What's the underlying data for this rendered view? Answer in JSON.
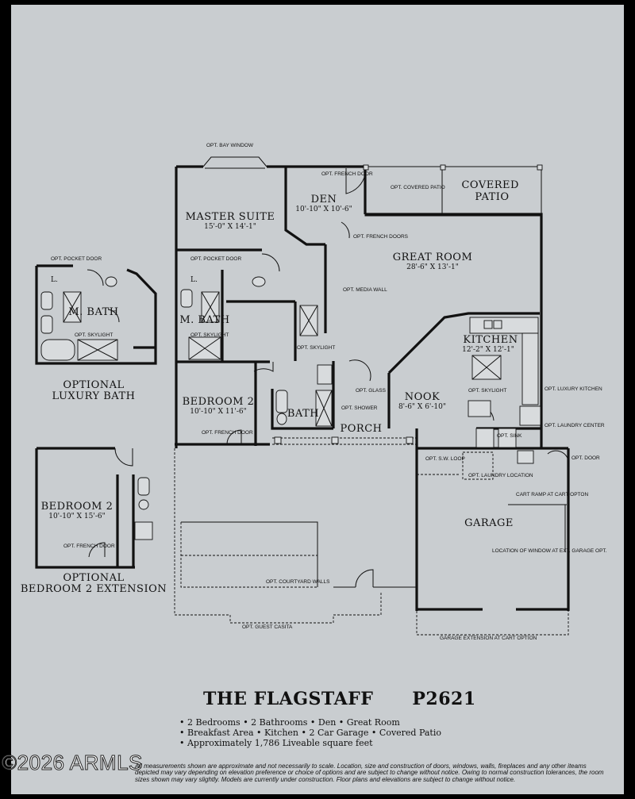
{
  "rooms": {
    "master_suite": {
      "name": "MASTER SUITE",
      "size": "15'-0\" X 14'-1\""
    },
    "den": {
      "name": "DEN",
      "size": "10'-10\" X 10'-6\""
    },
    "covered_patio": {
      "name": "COVERED PATIO"
    },
    "great_room": {
      "name": "GREAT ROOM",
      "size": "28'-6\" X 13'-1\""
    },
    "kitchen": {
      "name": "KITCHEN",
      "size": "12'-2\" X 12'-1\""
    },
    "nook": {
      "name": "NOOK",
      "size": "8'-6\" X 6'-10\""
    },
    "bedroom2": {
      "name": "BEDROOM 2",
      "size": "10'-10\" X 11'-6\""
    },
    "bath": {
      "name": "BATH"
    },
    "m_bath": {
      "name": "M. BATH"
    },
    "porch": {
      "name": "PORCH"
    },
    "garage": {
      "name": "GARAGE"
    },
    "opt_lux_m_bath": {
      "name": "M. BATH"
    },
    "opt_bedroom2": {
      "name": "BEDROOM 2",
      "size": "10'-10\" X 15'-6\""
    }
  },
  "notes": {
    "bay_window": "OPT. BAY WINDOW",
    "french_door_den": "OPT. FRENCH DOOR",
    "covered_patio_opt": "OPT. COVERED PATIO",
    "french_doors_den": "OPT. FRENCH DOORS",
    "pocket_door": "OPT. POCKET DOOR",
    "lux_pocket_door": "OPT. POCKET DOOR",
    "media_wall": "OPT. MEDIA WALL",
    "skylight_mbath": "OPT. SKYLIGHT",
    "skylight_lux": "OPT. SKYLIGHT",
    "skylight_hall": "OPT. SKYLIGHT",
    "skylight_kitchen": "OPT. SKYLIGHT",
    "glass": "OPT. GLASS",
    "shower": "OPT. SHOWER",
    "french_door_bed2": "OPT. FRENCH DOOR",
    "french_door_ext": "OPT. FRENCH DOOR",
    "luxury_kitchen": "OPT. LUXURY KITCHEN",
    "laundry_center": "OPT. LAUNDRY CENTER",
    "sink": "OPT. SINK",
    "sw_loop": "OPT. S.W. LOOP",
    "laundry_location": "OPT. LAUNDRY LOCATION",
    "door": "OPT. DOOR",
    "cart_ramp": "CART RAMP AT CART OPTON",
    "window_location": "LOCATION OF WINDOW AT EXT. GARAGE OPT.",
    "courtyard_walls": "OPT. COURTYARD WALLS",
    "guest_casita": "OPT. GUEST CASITA",
    "garage_extension": "GARAGE EXTENSION AT CART OPTION",
    "linen": "L."
  },
  "insets": {
    "luxury_bath_caption": [
      "OPTIONAL",
      "LUXURY BATH"
    ],
    "bedroom_ext_caption": [
      "OPTIONAL",
      "BEDROOM 2 EXTENSION"
    ]
  },
  "plan_title": "THE FLAGSTAFF",
  "plan_code": "P2621",
  "features": [
    "• 2 Bedrooms • 2 Bathrooms • Den • Great Room",
    "• Breakfast Area • Kitchen • 2 Car Garage • Covered Patio",
    "• Approximately 1,786 Liveable square feet"
  ],
  "watermark": "©2026 ARMLS",
  "disclaimer": "All measurements shown are approximate and not necessarily to scale. Location, size and construction of doors, windows, walls, fireplaces and any other iteams depicted may vary depending on elevation preference or choice of options and are subject to change without notice. Owing to normal construction tolerances, the room sizes shown may vary slightly. Models are currently under construction. Floor plans and elevations are subject to change without notice."
}
